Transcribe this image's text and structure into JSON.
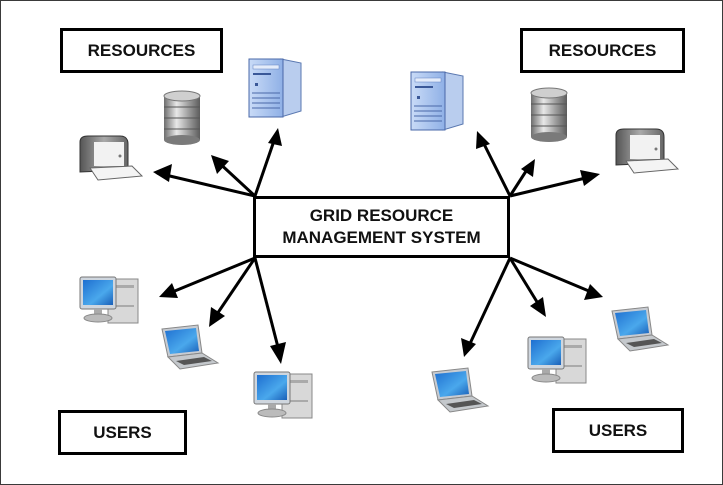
{
  "diagram": {
    "title_line1": "GRID RESOURCE",
    "title_line2": "MANAGEMENT SYSTEM",
    "labels": {
      "resources_left": "RESOURCES",
      "resources_right": "RESOURCES",
      "users_left": "USERS",
      "users_right": "USERS"
    },
    "nodes": [
      {
        "group": "resources-left",
        "icon": "printer-icon"
      },
      {
        "group": "resources-left",
        "icon": "database-icon"
      },
      {
        "group": "resources-left",
        "icon": "server-icon"
      },
      {
        "group": "resources-right",
        "icon": "server-icon"
      },
      {
        "group": "resources-right",
        "icon": "database-icon"
      },
      {
        "group": "resources-right",
        "icon": "printer-icon"
      },
      {
        "group": "users-left",
        "icon": "desktop-computer-icon"
      },
      {
        "group": "users-left",
        "icon": "laptop-icon"
      },
      {
        "group": "users-left",
        "icon": "desktop-computer-icon"
      },
      {
        "group": "users-right",
        "icon": "laptop-icon"
      },
      {
        "group": "users-right",
        "icon": "desktop-computer-icon"
      },
      {
        "group": "users-right",
        "icon": "laptop-icon"
      }
    ],
    "colors": {
      "line": "#000000",
      "screen_blue": "#2f8fe0",
      "server_blue": "#a9c4ef",
      "metal_gray": "#9a9a9a"
    }
  }
}
